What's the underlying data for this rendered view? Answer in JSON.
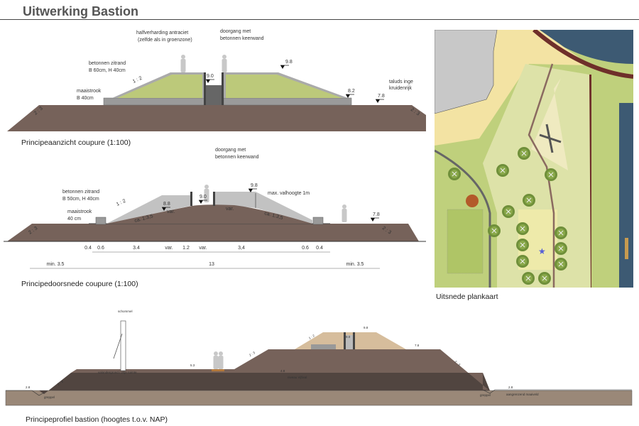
{
  "title": "Uitwerking Bastion",
  "section1": {
    "caption": "Principeaanzicht coupure (1:100)",
    "label_halfverharding_1": "halfverharding antraciet",
    "label_halfverharding_2": "(zelfde als in groenzone)",
    "label_doorgang_1": "doorgang met",
    "label_doorgang_2": "betonnen keerwand",
    "label_zitrand_1": "betonnen zitrand",
    "label_zitrand_2": "B 60cm, H 40cm",
    "label_maaistrook_1": "maaistrook",
    "label_maaistrook_2": "B  40cm",
    "label_taluds_1": "taluds inge",
    "label_taluds_2": "kruidenrijk",
    "slope_left": "1 : 2",
    "slope_ground_left": "2 : 3",
    "slope_ground_right": "2 : 3",
    "level_top": "9.8",
    "level_passage": "9.0",
    "level_base": "8.2",
    "level_ground": "7.8"
  },
  "section2": {
    "caption": "Principedoorsnede coupure (1:100)",
    "label_doorgang_1": "doorgang met",
    "label_doorgang_2": "betonnen keerwand",
    "label_zitrand_1": "betonnen zitrand",
    "label_zitrand_2": "B 50cm, H 40cm",
    "label_maaistrook_1": "maaistrook",
    "label_maaistrook_2": "40 cm",
    "label_valhoogte": "max. valhoogte 1m",
    "slope_left": "1 : 2",
    "slope_inner_left": "ca. 1:3,5",
    "slope_inner_right": "ca. 1:3,5",
    "slope_ground_left": "2 : 3",
    "slope_ground_right": "2 : 3",
    "var_left": "var.",
    "var_right": "var.",
    "level_top": "9.8",
    "level_passage": "9.0",
    "level_inner": "8.8",
    "level_ground": "7.8",
    "dimensions_row1": [
      "0.4",
      "0.6",
      "3.4",
      "var.",
      "1.2",
      "var.",
      "3,4",
      "0.6",
      "0.4"
    ],
    "dimensions_row2": [
      "min. 3.5",
      "13",
      "min. 3.5"
    ]
  },
  "section3": {
    "caption": "Principeprofiel bastion (hoogtes t.o.v. NAP)",
    "label_schommel": "schommel",
    "label_speelgrond": "valondergrond / vrije ruimte",
    "label_greppel_left": "greppel",
    "label_greppel_right": "greppel",
    "label_niveau": "niveau Vijfwal",
    "label_maaiveld": "aangrenzend maaiveld",
    "level_left": "2.8",
    "level_play": "5.3",
    "level_vijfwal": "4.8",
    "level_top": "9.8",
    "level_passage": "9.0",
    "level_plateau": "7.8",
    "level_right": "2.8",
    "slope_1": "2 : 3",
    "slope_2": "2 : 3",
    "slope_3": "1 : 2",
    "slope_4": "2 : 3"
  },
  "map": {
    "caption": "Uitsnede plankaart",
    "colors": {
      "water": "#3d5a73",
      "grass": "#bfd07c",
      "building": "#c8c8c8",
      "yard": "#f3e3a3",
      "cyclepath": "#6e2f2a"
    }
  }
}
